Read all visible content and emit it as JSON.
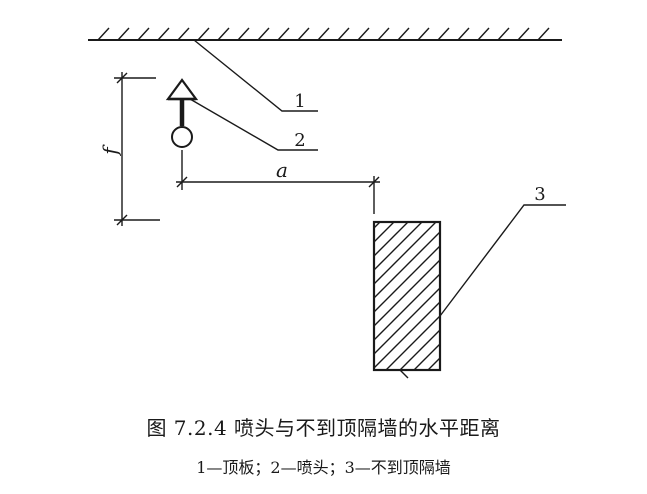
{
  "figure": {
    "labels": {
      "ceiling": "1",
      "sprinkler": "2",
      "partition": "3"
    },
    "dimensions": {
      "vertical": "f",
      "horizontal": "a"
    },
    "caption": "图 7.2.4   喷头与不到顶隔墙的水平距离",
    "legend": "1—顶板；2—喷头；3—不到顶隔墙"
  }
}
